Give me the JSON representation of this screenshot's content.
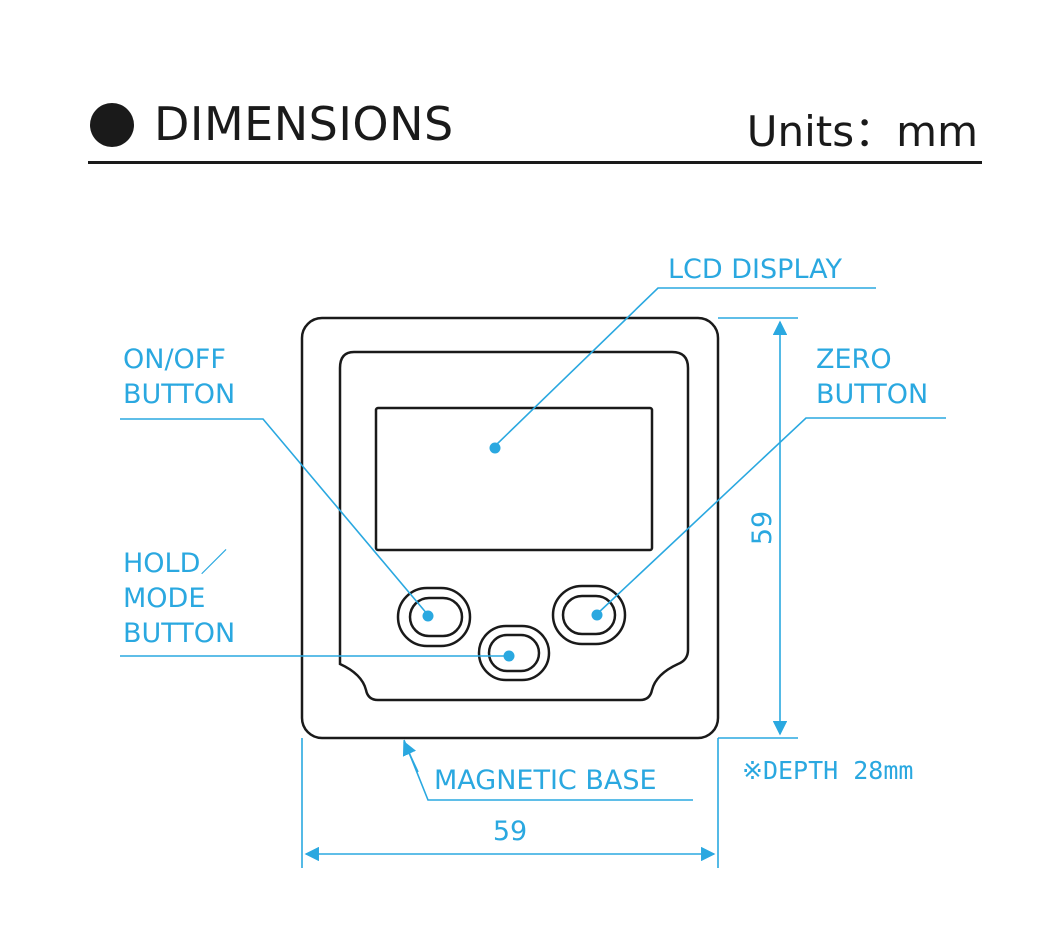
{
  "header": {
    "title": "DIMENSIONS",
    "units": "Units：mm"
  },
  "labels": {
    "lcd_display": "LCD DISPLAY",
    "on_off_line1": "ON/OFF",
    "on_off_line2": "BUTTON",
    "zero_line1": "ZERO",
    "zero_line2": "BUTTON",
    "hold_line1": "HOLD／",
    "hold_line2": "MODE",
    "hold_line3": "BUTTON",
    "magnetic_base": "MAGNETIC BASE",
    "depth_note": "※DEPTH 28mm"
  },
  "dimensions": {
    "height": "59",
    "width": "59"
  },
  "colors": {
    "callout": "#2aa8e0",
    "outline": "#1a1a1a"
  }
}
